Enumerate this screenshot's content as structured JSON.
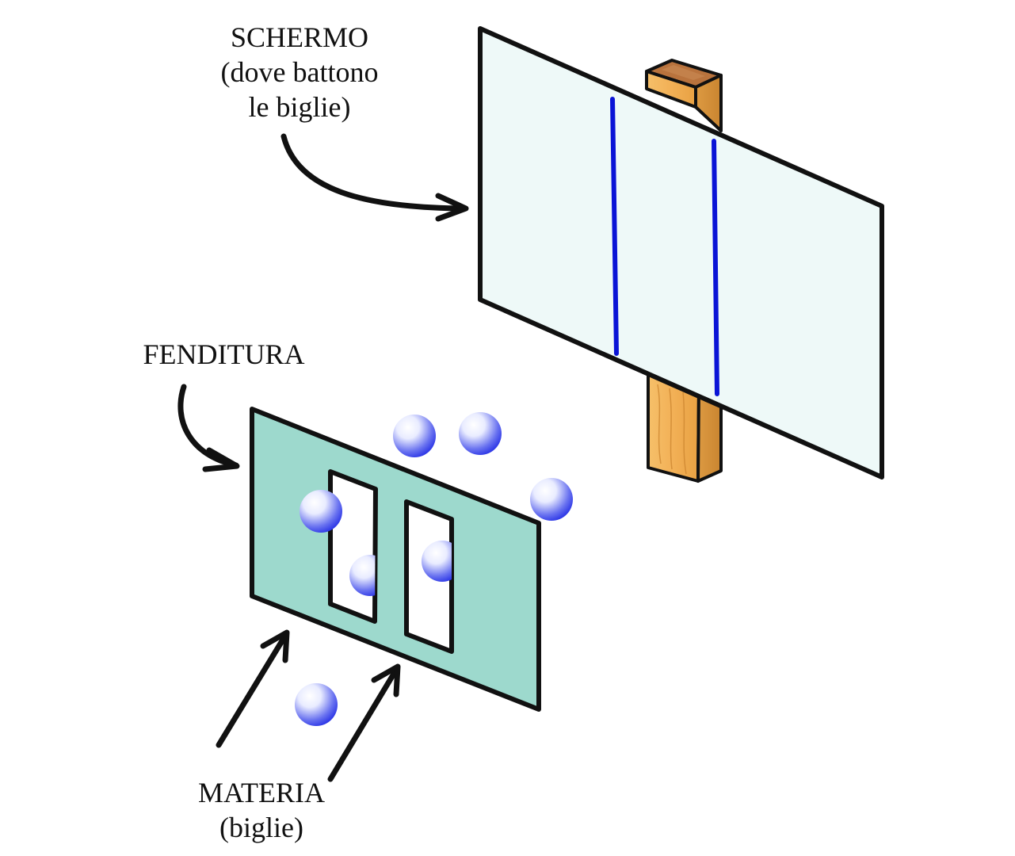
{
  "labels": {
    "screen": [
      "SCHERMO",
      "(dove battono",
      "le biglie)"
    ],
    "slit": [
      "FENDITURA"
    ],
    "matter": [
      "MATERIA",
      "(biglie)"
    ]
  },
  "colors": {
    "outline": "#111111",
    "screen_fill": "#eef9f8",
    "slit_plate_fill": "#9dd9cd",
    "slit_opening_fill": "#ffffff",
    "wood_front": "#f2b056",
    "wood_side": "#d9923a",
    "wood_top": "#b9733d",
    "impact_lines": "#0a14d6",
    "ball_highlight": "#ffffff",
    "ball_shadow": "#2b35e6"
  },
  "icons": [
    "arrow",
    "marble",
    "wooden-post"
  ]
}
